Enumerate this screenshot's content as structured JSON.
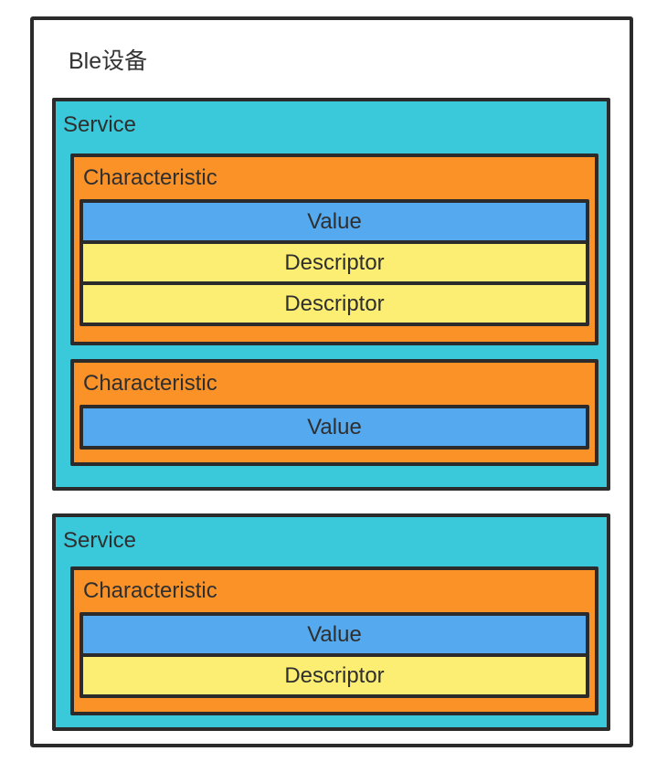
{
  "diagram": {
    "title": "Ble设备",
    "colors": {
      "service_bg": "#3AC9DA",
      "characteristic_bg": "#FA9228",
      "value_bg": "#55A9EE",
      "descriptor_bg": "#FBEE72",
      "border": "#2B2B2B",
      "text": "#2F2F2F",
      "page_bg": "#FFFFFF"
    },
    "services": [
      {
        "label": "Service",
        "characteristics": [
          {
            "label": "Characteristic",
            "items": [
              {
                "type": "value",
                "label": "Value"
              },
              {
                "type": "descriptor",
                "label": "Descriptor"
              },
              {
                "type": "descriptor",
                "label": "Descriptor"
              }
            ]
          },
          {
            "label": "Characteristic",
            "items": [
              {
                "type": "value",
                "label": "Value"
              }
            ]
          }
        ]
      },
      {
        "label": "Service",
        "characteristics": [
          {
            "label": "Characteristic",
            "items": [
              {
                "type": "value",
                "label": "Value"
              },
              {
                "type": "descriptor",
                "label": "Descriptor"
              }
            ]
          }
        ]
      }
    ]
  }
}
